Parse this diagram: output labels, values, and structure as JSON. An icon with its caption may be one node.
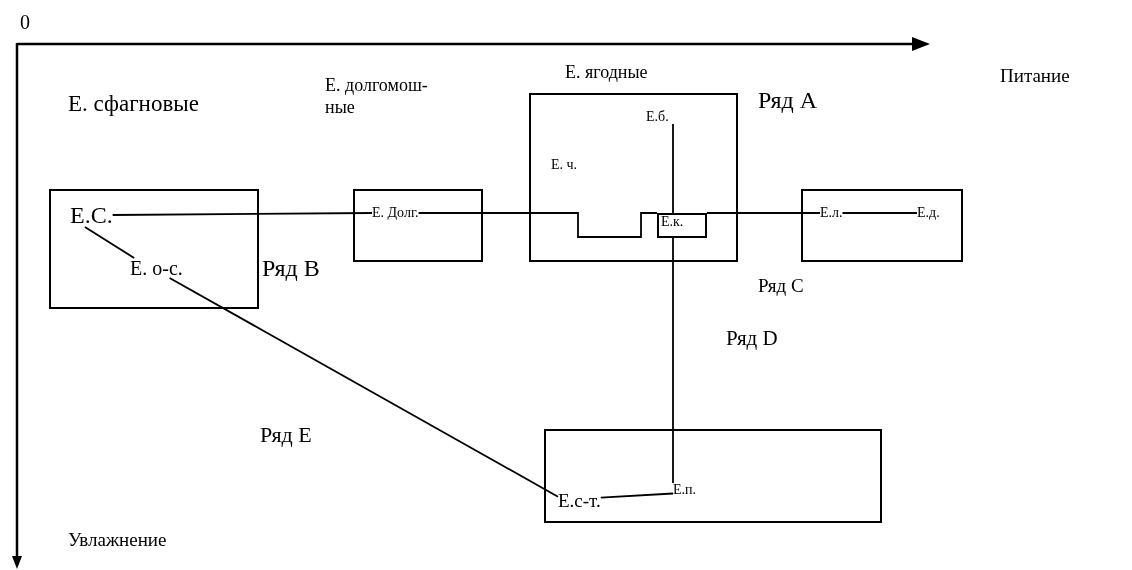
{
  "diagram": {
    "nodes": [
      {
        "text": [
          "Е. сфагновые"
        ]
      },
      {
        "text": [
          "Е.С."
        ],
        "in": 0
      },
      {
        "text": [
          "Е. о-с."
        ],
        "in": 0
      },
      {
        "text": [
          "Е. долгомош- ные"
        ]
      },
      {
        "text": [
          "Е. Долг."
        ],
        "in": 3
      },
      {
        "text": [
          "Е. ягодные"
        ]
      },
      {
        "text": [
          "Е.б."
        ],
        "in": 5
      },
      {
        "text": [
          "Е. ч."
        ],
        "in": 5
      },
      {
        "text": [
          "Е.к."
        ],
        "in": 5
      },
      {
        "text": [],
        "shape": "box"
      },
      {
        "text": [
          "Е.л."
        ],
        "in": 9
      },
      {
        "text": [
          "Е.д."
        ],
        "in": 9
      },
      {
        "text": [],
        "shape": "box"
      },
      {
        "text": [
          "Е.с-т."
        ],
        "in": 12
      },
      {
        "text": [
          "Е.п."
        ],
        "in": 12
      }
    ],
    "edges": [
      {
        "from": 1,
        "to": 4,
        "arrow": "none"
      },
      {
        "from": 4,
        "to": 8,
        "arrow": "none"
      },
      {
        "from": 8,
        "to": 10,
        "arrow": "none"
      },
      {
        "from": 10,
        "to": 11,
        "arrow": "none"
      },
      {
        "from": 6,
        "to": 8,
        "arrow": "none"
      },
      {
        "from": 8,
        "to": 14,
        "arrow": "none"
      },
      {
        "from": 1,
        "to": 2,
        "arrow": "none"
      },
      {
        "from": 2,
        "to": 13,
        "arrow": "none"
      },
      {
        "from": 13,
        "to": 14,
        "arrow": "none"
      }
    ],
    "labels": [
      "0",
      "Питание",
      "Ряд A",
      "Ряд B",
      "Ряд C",
      "Ряд D",
      "Ряд E",
      "Увлажнение"
    ]
  }
}
